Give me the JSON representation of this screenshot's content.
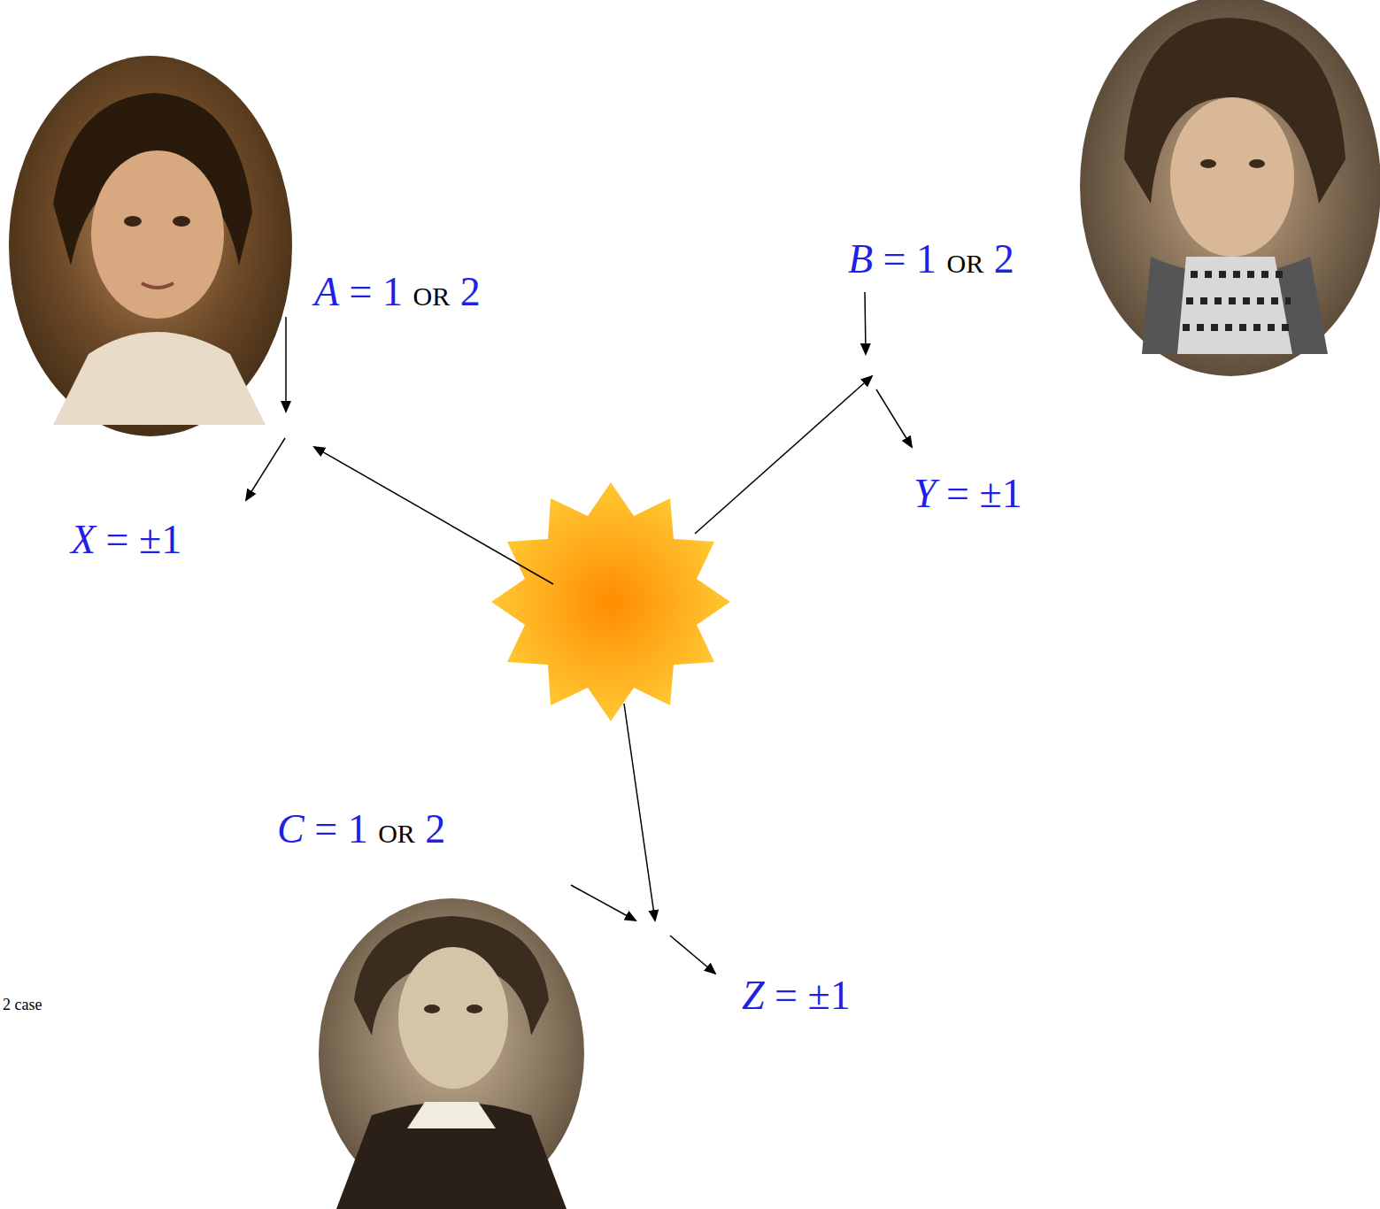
{
  "diagram": {
    "labels": [
      "A = 1 OR 2",
      "B = 1 OR 2",
      "C = 1 OR 2",
      "X = ±1",
      "Y = ±1",
      "Z = ±1",
      "2 case"
    ]
  }
}
